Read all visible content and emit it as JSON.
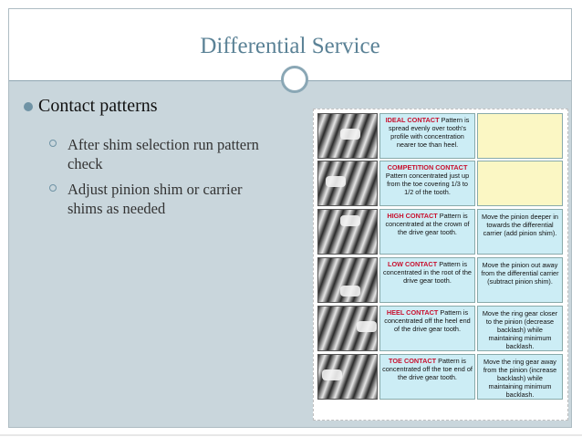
{
  "slide": {
    "title": "Differential Service",
    "bullet_main": "Contact patterns",
    "sub_bullets": [
      "After shim selection run pattern check",
      "Adjust pinion shim or carrier shims as needed"
    ]
  },
  "colors": {
    "title": "#5b8296",
    "frame": "#c9d6dc",
    "heading_red": "#c8102e",
    "description_cell": "#ccedf5",
    "empty_cell": "#fbf7c4"
  },
  "contact_table": {
    "rows": [
      {
        "heading": "IDEAL CONTACT",
        "description": "Pattern is spread evenly over tooth's profile with concentration nearer toe than heel.",
        "correction": ""
      },
      {
        "heading": "COMPETITION CONTACT",
        "description": "Pattern concentrated just up from the toe covering 1/3 to 1/2 of the tooth.",
        "correction": ""
      },
      {
        "heading": "HIGH CONTACT",
        "description": "Pattern is concentrated at the crown of the drive gear tooth.",
        "correction": "Move the pinion deeper in towards the differential carrier (add pinion shim)."
      },
      {
        "heading": "LOW CONTACT",
        "description": "Pattern is concentrated in the root of the drive gear tooth.",
        "correction": "Move the pinion out away from the differential carrier (subtract pinion shim)."
      },
      {
        "heading": "HEEL CONTACT",
        "description": "Pattern is concentrated off the heel end of the drive gear tooth.",
        "correction": "Move the ring gear closer to the pinion (decrease backlash) while maintaining minimum backlash."
      },
      {
        "heading": "TOE CONTACT",
        "description": "Pattern is concentrated off the toe end of the drive gear tooth.",
        "correction": "Move the ring gear away from the pinion (increase backlash) while maintaining minimum backlash."
      }
    ]
  }
}
